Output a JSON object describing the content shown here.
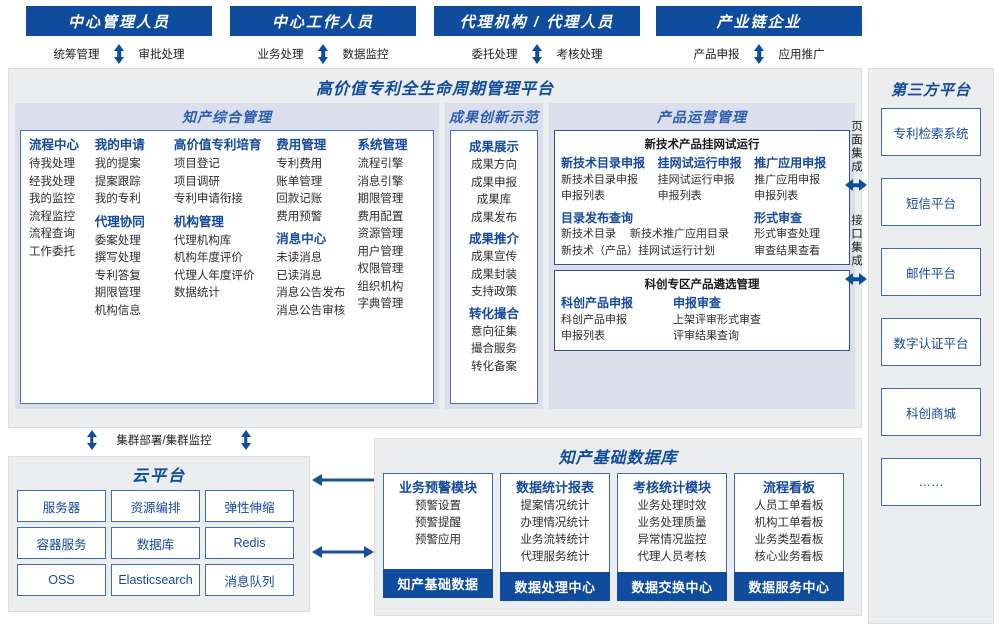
{
  "actors": [
    {
      "title": "中心管理人员",
      "left": "统筹管理",
      "right": "审批处理"
    },
    {
      "title": "中心工作人员",
      "left": "业务处理",
      "right": "数据监控"
    },
    {
      "title": "代理机构 / 代理人员",
      "left": "委托处理",
      "right": "考核处理"
    },
    {
      "title": "产业链企业",
      "left": "产品申报",
      "right": "应用推广"
    }
  ],
  "platform": {
    "title": "高价值专利全生命周期管理平台",
    "sections": {
      "zhichan": {
        "title": "知产综合管理",
        "columns": [
          {
            "blocks": [
              {
                "group": "流程中心",
                "items": [
                  "待我处理",
                  "经我处理",
                  "我的监控",
                  "流程监控",
                  "流程查询",
                  "工作委托"
                ]
              }
            ]
          },
          {
            "blocks": [
              {
                "group": "我的申请",
                "items": [
                  "我的提案",
                  "提案跟踪",
                  "我的专利"
                ]
              },
              {
                "group": "代理协同",
                "items": [
                  "委案处理",
                  "撰写处理",
                  "专利答复",
                  "期限管理",
                  "机构信息"
                ]
              }
            ]
          },
          {
            "blocks": [
              {
                "group": "高价值专利培育",
                "items": [
                  "项目登记",
                  "项目调研",
                  "专利申请衔接"
                ]
              },
              {
                "group": "机构管理",
                "items": [
                  "代理机构库",
                  "机构年度评价",
                  "代理人年度评价",
                  "数据统计"
                ]
              }
            ]
          },
          {
            "blocks": [
              {
                "group": "费用管理",
                "items": [
                  "专利费用",
                  "账单管理",
                  "回款记账",
                  "费用预警"
                ]
              },
              {
                "group": "消息中心",
                "items": [
                  "未读消息",
                  "已读消息",
                  "消息公告发布",
                  "消息公告审核"
                ]
              }
            ]
          },
          {
            "blocks": [
              {
                "group": "系统管理",
                "items": [
                  "流程引擎",
                  "消息引擎",
                  "期限管理",
                  "费用配置",
                  "资源管理",
                  "用户管理",
                  "权限管理",
                  "组织机构",
                  "字典管理"
                ]
              }
            ]
          }
        ]
      },
      "chengguo": {
        "title": "成果创新示范",
        "blocks": [
          {
            "group": "成果展示",
            "items": [
              "成果方向",
              "成果申报",
              "成果库",
              "成果发布"
            ]
          },
          {
            "group": "成果推介",
            "items": [
              "成果宣传",
              "成果封装",
              "支持政策"
            ]
          },
          {
            "group": "转化撮合",
            "items": [
              "意向征集",
              "撮合服务",
              "转化备案"
            ]
          }
        ]
      },
      "chanpin": {
        "title": "产品运营管理",
        "cards": [
          {
            "card_title": "新技术产品挂网试运行",
            "row1": [
              {
                "group": "新技术目录申报",
                "items": [
                  "新技术目录申报",
                  "申报列表"
                ]
              },
              {
                "group": "挂网试运行申报",
                "items": [
                  "挂网试运行申报",
                  "申报列表"
                ]
              },
              {
                "group": "推广应用申报",
                "items": [
                  "推广应用申报",
                  "申报列表"
                ]
              }
            ],
            "row2_left": {
              "group": "目录发布查询",
              "line1": [
                "新技术目录",
                "新技术推广应用目录"
              ],
              "line2": "新技术（产品）挂网试运行计划"
            },
            "row2_right": {
              "group": "形式审查",
              "items": [
                "形式审查处理",
                "审查结果查看"
              ]
            }
          },
          {
            "card_title": "科创专区产品遴选管理",
            "row1": [
              {
                "group": "科创产品申报",
                "items": [
                  "科创产品申报",
                  "申报列表"
                ]
              },
              {
                "group": "申报审查",
                "items": [
                  "上架评审形式审查",
                  "评审结果查询"
                ]
              }
            ]
          }
        ]
      }
    }
  },
  "integration": {
    "page": "页面集成",
    "api": "接口集成"
  },
  "third_party": {
    "title": "第三方平台",
    "items": [
      "专利检索系统",
      "短信平台",
      "邮件平台",
      "数字认证平台",
      "科创商城",
      "……"
    ]
  },
  "cluster": {
    "label": "集群部署/集群监控"
  },
  "cloud": {
    "title": "云平台",
    "cells": [
      "服务器",
      "资源编排",
      "弹性伸缩",
      "容器服务",
      "数据库",
      "Redis",
      "OSS",
      "Elasticsearch",
      "消息队列"
    ]
  },
  "kdb": {
    "title": "知产基础数据库",
    "columns": [
      {
        "head": "业务预警模块",
        "items": [
          "预警设置",
          "预警提醒",
          "预警应用"
        ],
        "foot": "知产基础数据"
      },
      {
        "head": "数据统计报表",
        "items": [
          "提案情况统计",
          "办理情况统计",
          "业务流转统计",
          "代理服务统计"
        ],
        "foot": "数据处理中心"
      },
      {
        "head": "考核统计模块",
        "items": [
          "业务处理时效",
          "业务处理质量",
          "异常情况监控",
          "代理人员考核"
        ],
        "foot": "数据交换中心"
      },
      {
        "head": "流程看板",
        "items": [
          "人员工单看板",
          "机构工单看板",
          "业务类型看板",
          "核心业务看板"
        ],
        "foot": "数据服务中心"
      }
    ]
  },
  "colors": {
    "brand_blue": "#0F4C9E",
    "panel_bg": "#ECEDEF",
    "section_bg": "#DCDEEB",
    "border_blue": "#3F6DB5",
    "text_blue": "#14499B"
  }
}
